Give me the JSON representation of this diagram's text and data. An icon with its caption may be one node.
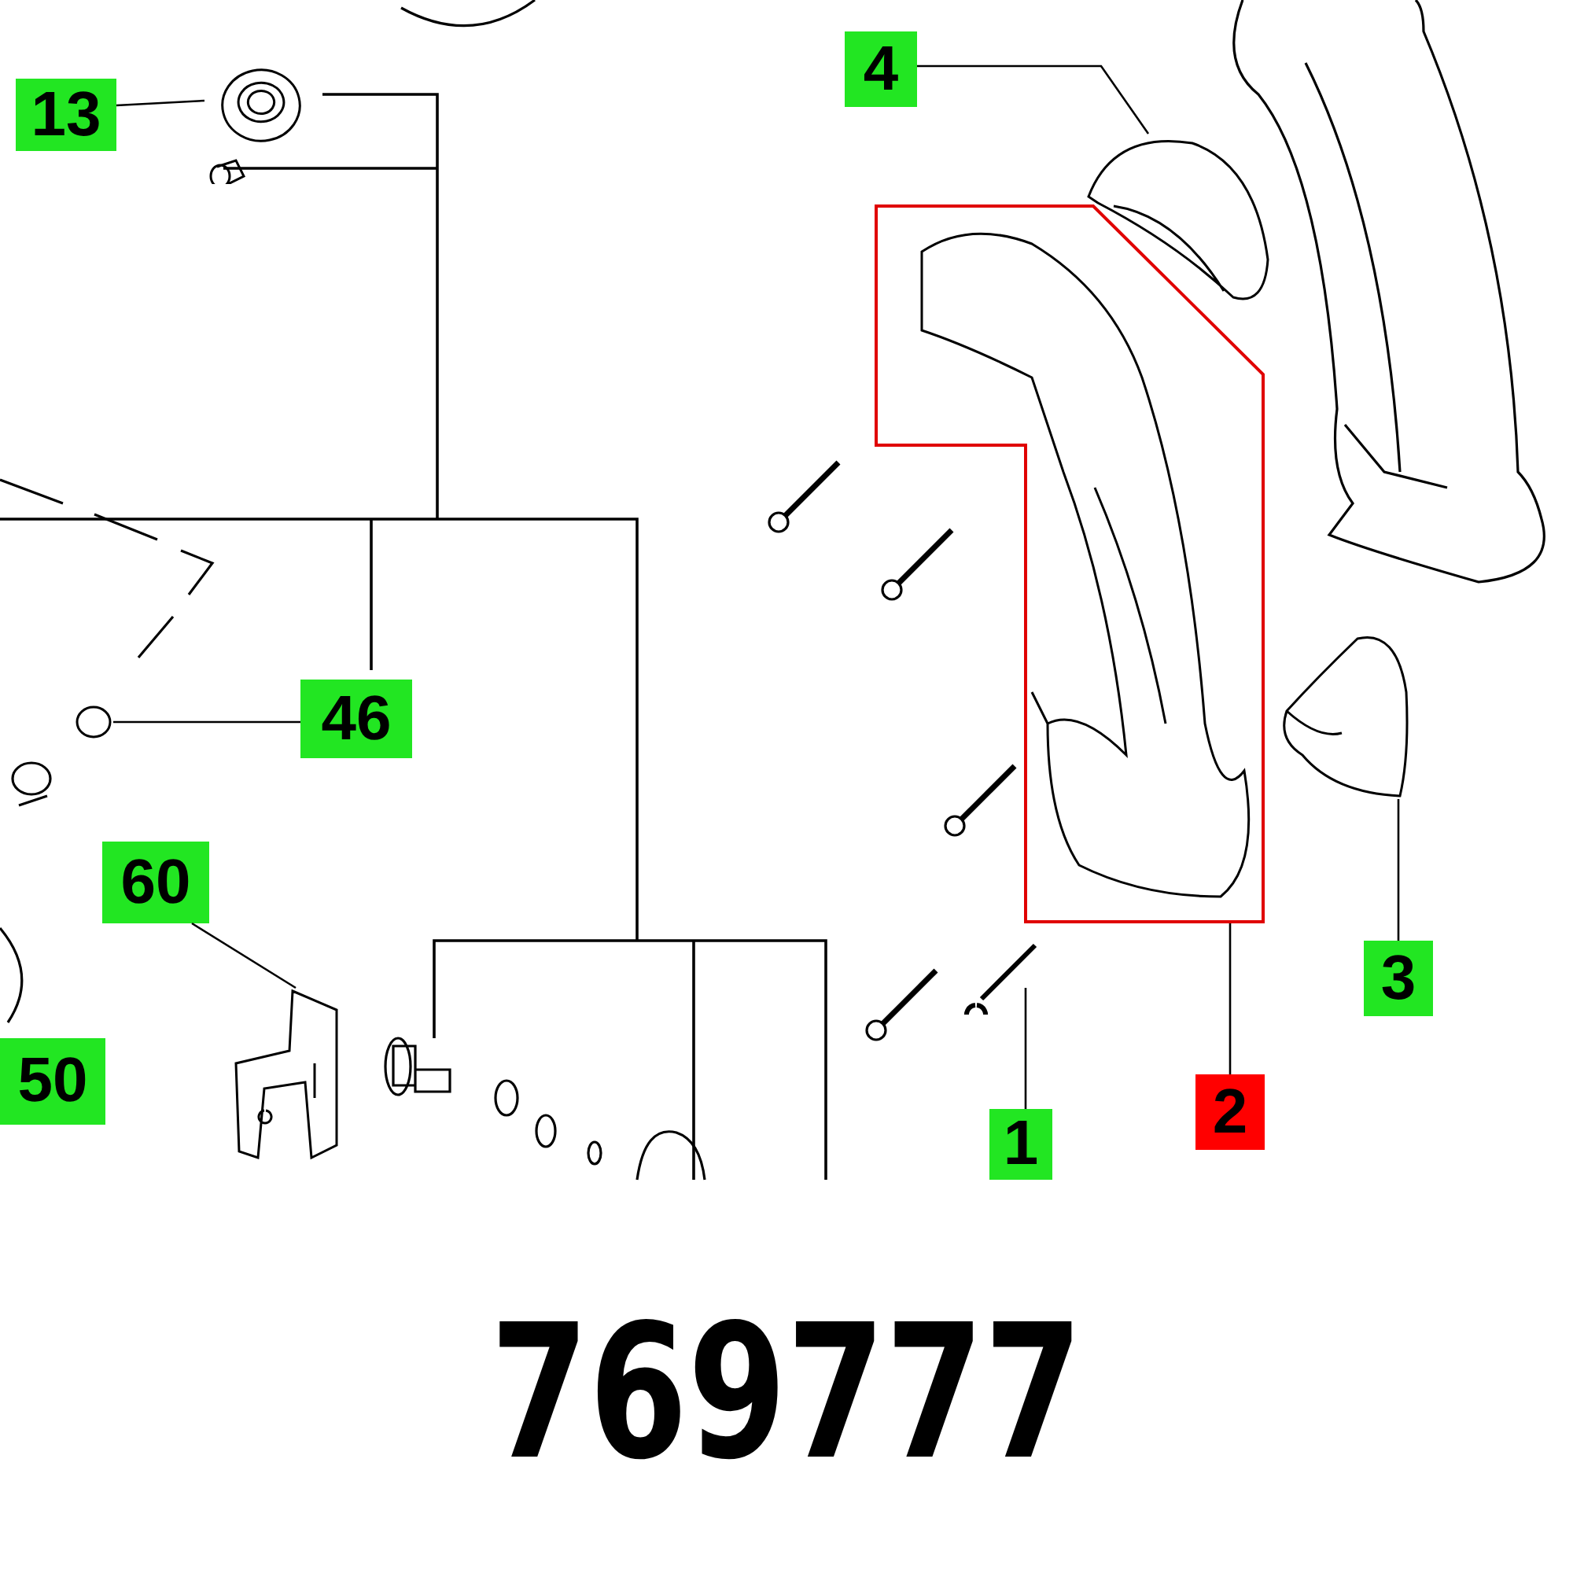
{
  "diagram": {
    "caption": "769777",
    "nodes": [
      {
        "text": [
          "13"
        ]
      },
      {
        "text": [],
        "shape": "picture"
      },
      {
        "text": [
          "46"
        ]
      },
      {
        "text": [],
        "shape": "picture"
      },
      {
        "text": [
          "60"
        ]
      },
      {
        "text": [],
        "shape": "picture"
      },
      {
        "text": [
          "4"
        ]
      },
      {
        "text": [],
        "shape": "picture"
      },
      {
        "text": [
          "2"
        ]
      },
      {
        "text": [],
        "shape": "picture"
      },
      {
        "text": [
          "3"
        ]
      },
      {
        "text": [],
        "shape": "picture"
      },
      {
        "text": [
          "1"
        ]
      },
      {
        "text": [],
        "shape": "picture"
      },
      {
        "text": [
          "50"
        ]
      }
    ],
    "edges": [
      {
        "from": 0,
        "to": 1,
        "arrow": "none"
      },
      {
        "from": 2,
        "to": 3,
        "arrow": "none"
      },
      {
        "from": 4,
        "to": 5,
        "arrow": "none"
      },
      {
        "from": 6,
        "to": 7,
        "arrow": "none"
      },
      {
        "from": 8,
        "to": 9,
        "arrow": "none"
      },
      {
        "from": 10,
        "to": 11,
        "arrow": "none"
      },
      {
        "from": 12,
        "to": 13,
        "arrow": "none"
      }
    ]
  }
}
